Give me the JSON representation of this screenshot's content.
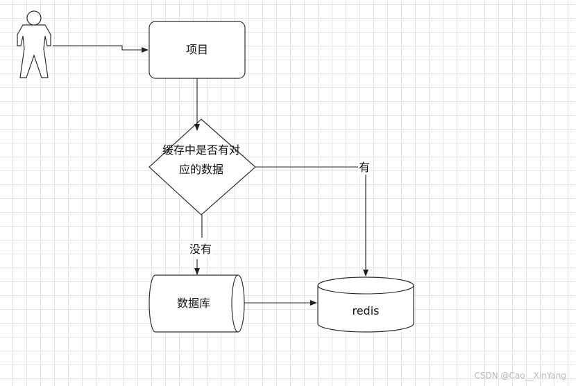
{
  "diagram": {
    "type": "flowchart",
    "nodes": {
      "actor": {
        "kind": "actor",
        "label": ""
      },
      "project": {
        "kind": "rounded-rectangle",
        "label": "项目"
      },
      "decision": {
        "kind": "diamond",
        "label": "缓存中是否有对应的数据"
      },
      "database": {
        "kind": "cylinder",
        "label": "数据库"
      },
      "redis": {
        "kind": "cylinder",
        "label": "redis"
      }
    },
    "edges": [
      {
        "from": "actor",
        "to": "project",
        "label": ""
      },
      {
        "from": "project",
        "to": "decision",
        "label": ""
      },
      {
        "from": "decision",
        "to": "redis",
        "label": "有"
      },
      {
        "from": "decision",
        "to": "database",
        "label": "没有"
      },
      {
        "from": "database",
        "to": "redis",
        "label": ""
      }
    ]
  },
  "watermark": "CSDN @Cao__XinYang",
  "colors": {
    "stroke": "#2e2e2e",
    "grid": "#e3e3e3",
    "background": "#ffffff"
  }
}
